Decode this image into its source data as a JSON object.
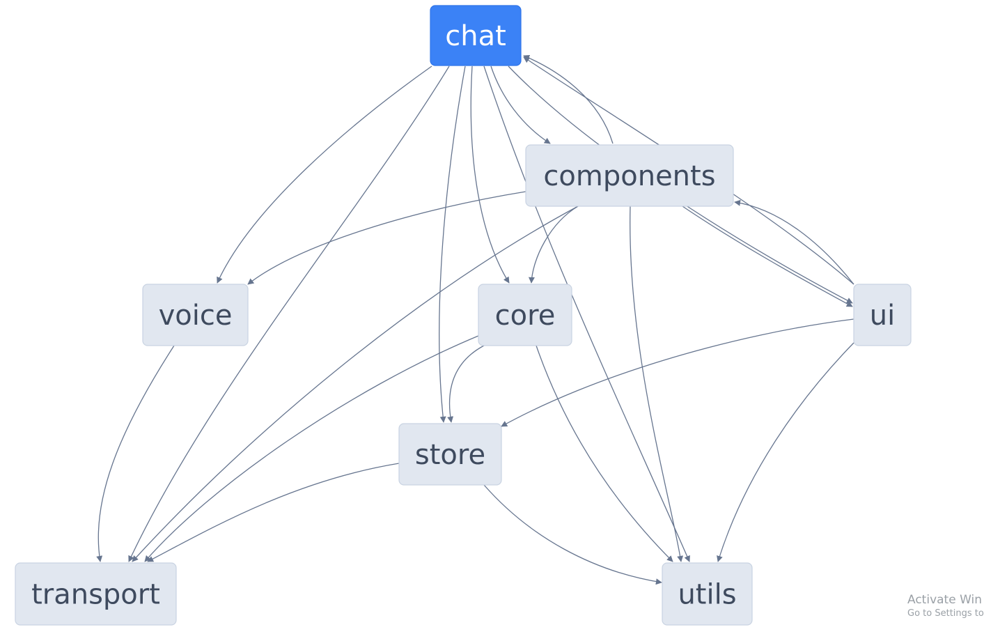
{
  "nodes": [
    {
      "id": "chat",
      "label": "chat",
      "active": true
    },
    {
      "id": "components",
      "label": "components"
    },
    {
      "id": "voice",
      "label": "voice"
    },
    {
      "id": "core",
      "label": "core"
    },
    {
      "id": "ui",
      "label": "ui"
    },
    {
      "id": "store",
      "label": "store"
    },
    {
      "id": "transport",
      "label": "transport"
    },
    {
      "id": "utils",
      "label": "utils"
    }
  ],
  "edges": [
    {
      "from": "chat",
      "to": "voice"
    },
    {
      "from": "chat",
      "to": "transport"
    },
    {
      "from": "chat",
      "to": "store"
    },
    {
      "from": "chat",
      "to": "core"
    },
    {
      "from": "chat",
      "to": "utils"
    },
    {
      "from": "chat",
      "to": "components"
    },
    {
      "from": "chat",
      "to": "ui"
    },
    {
      "from": "components",
      "to": "chat"
    },
    {
      "from": "components",
      "to": "voice"
    },
    {
      "from": "components",
      "to": "transport"
    },
    {
      "from": "components",
      "to": "core"
    },
    {
      "from": "components",
      "to": "utils"
    },
    {
      "from": "components",
      "to": "ui"
    },
    {
      "from": "ui",
      "to": "chat"
    },
    {
      "from": "ui",
      "to": "components"
    },
    {
      "from": "ui",
      "to": "store"
    },
    {
      "from": "ui",
      "to": "utils"
    },
    {
      "from": "voice",
      "to": "transport"
    },
    {
      "from": "core",
      "to": "transport"
    },
    {
      "from": "core",
      "to": "store"
    },
    {
      "from": "core",
      "to": "utils"
    },
    {
      "from": "store",
      "to": "transport"
    },
    {
      "from": "store",
      "to": "utils"
    }
  ],
  "colors": {
    "node_fill": "#e1e7f0",
    "node_border": "#c9d3e2",
    "active_fill": "#3b82f6",
    "edge": "#66758f",
    "label": "#3e4a5e"
  },
  "watermark": {
    "line1": "Activate Win",
    "line2": "Go to Settings to"
  }
}
